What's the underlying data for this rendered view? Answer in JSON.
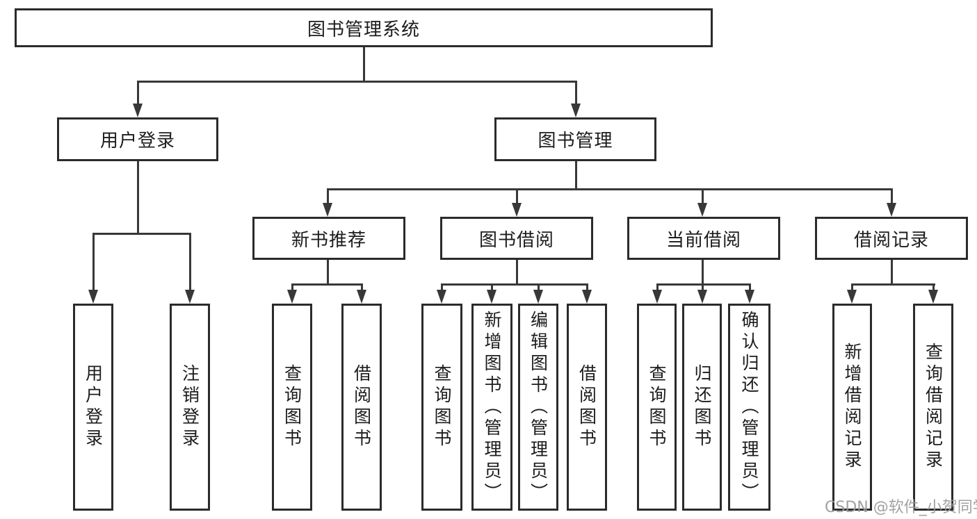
{
  "diagram_type": "hierarchy",
  "tree": {
    "label": "图书管理系统",
    "children": [
      {
        "label": "用户登录",
        "children": [
          {
            "label": "用户登录"
          },
          {
            "label": "注销登录"
          }
        ]
      },
      {
        "label": "图书管理",
        "children": [
          {
            "label": "新书推荐",
            "children": [
              {
                "label": "查询图书"
              },
              {
                "label": "借阅图书"
              }
            ]
          },
          {
            "label": "图书借阅",
            "children": [
              {
                "label": "查询图书"
              },
              {
                "label": "新增图书（管理员）"
              },
              {
                "label": "编辑图书（管理员）"
              },
              {
                "label": "借阅图书"
              }
            ]
          },
          {
            "label": "当前借阅",
            "children": [
              {
                "label": "查询图书"
              },
              {
                "label": "归还图书"
              },
              {
                "label": "确认归还（管理员）"
              }
            ]
          },
          {
            "label": "借阅记录",
            "children": [
              {
                "label": "新增借阅记录"
              },
              {
                "label": "查询借阅记录"
              }
            ]
          }
        ]
      }
    ]
  },
  "watermark": {
    "text": "CSDN @软件_小贺同学"
  },
  "colors": {
    "line": "#383838",
    "box_border": "#2b2b2b",
    "text": "#1c1c1c",
    "watermark": "#9a9a9a",
    "background": "#ffffff"
  }
}
